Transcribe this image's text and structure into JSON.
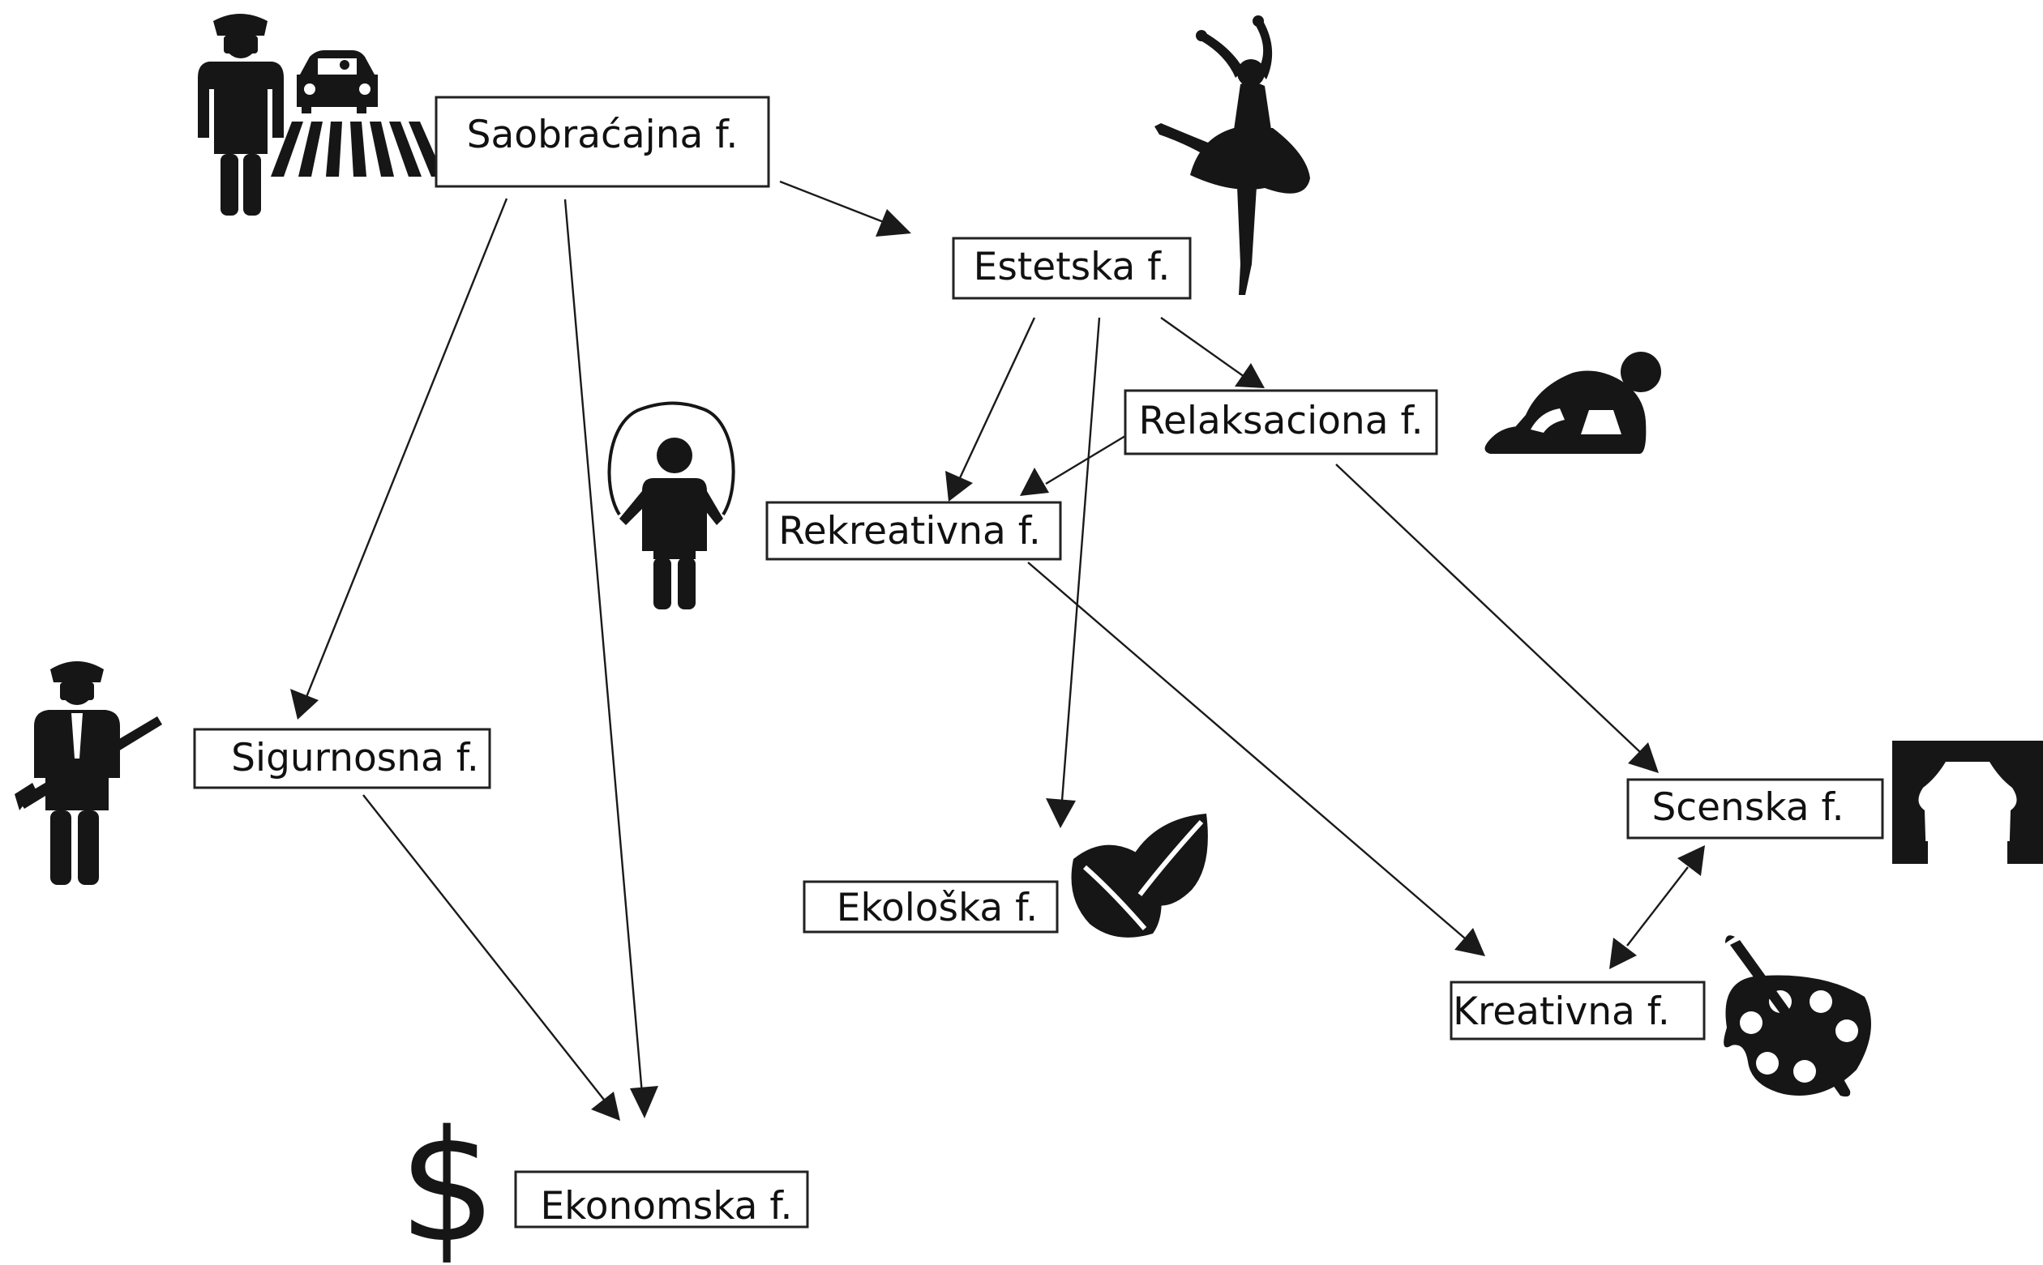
{
  "diagram": {
    "nodes": [
      {
        "id": "saobracajna",
        "label": "Saobraćajna f.",
        "icon": "traffic-police-car-crosswalk-icon"
      },
      {
        "id": "estetska",
        "label": "Estetska f.",
        "icon": "ballerina-icon"
      },
      {
        "id": "relaksaciona",
        "label": "Relaksaciona f.",
        "icon": "yoga-child-pose-icon"
      },
      {
        "id": "rekreativna",
        "label": "Rekreativna f.",
        "icon": "jump-rope-person-icon"
      },
      {
        "id": "sigurnosna",
        "label": "Sigurnosna f.",
        "icon": "security-guard-rifle-icon"
      },
      {
        "id": "ekoloska",
        "label": "Ekološka f.",
        "icon": "leaves-icon"
      },
      {
        "id": "scenska",
        "label": "Scenska f.",
        "icon": "theater-curtain-icon"
      },
      {
        "id": "kreativna",
        "label": "Kreativna f.",
        "icon": "paint-palette-brush-icon"
      },
      {
        "id": "ekonomska",
        "label": "Ekonomska f.",
        "icon": "dollar-sign-icon"
      }
    ],
    "edges": [
      {
        "from": "saobracajna",
        "to": "estetska"
      },
      {
        "from": "saobracajna",
        "to": "sigurnosna"
      },
      {
        "from": "saobracajna",
        "to": "ekonomska"
      },
      {
        "from": "estetska",
        "to": "rekreativna"
      },
      {
        "from": "estetska",
        "to": "relaksaciona"
      },
      {
        "from": "estetska",
        "to": "ekoloska"
      },
      {
        "from": "relaksaciona",
        "to": "rekreativna"
      },
      {
        "from": "relaksaciona",
        "to": "scenska"
      },
      {
        "from": "rekreativna",
        "to": "kreativna"
      },
      {
        "from": "sigurnosna",
        "to": "ekonomska"
      },
      {
        "from": "kreativna",
        "to": "scenska",
        "bidirectional": true
      }
    ]
  }
}
